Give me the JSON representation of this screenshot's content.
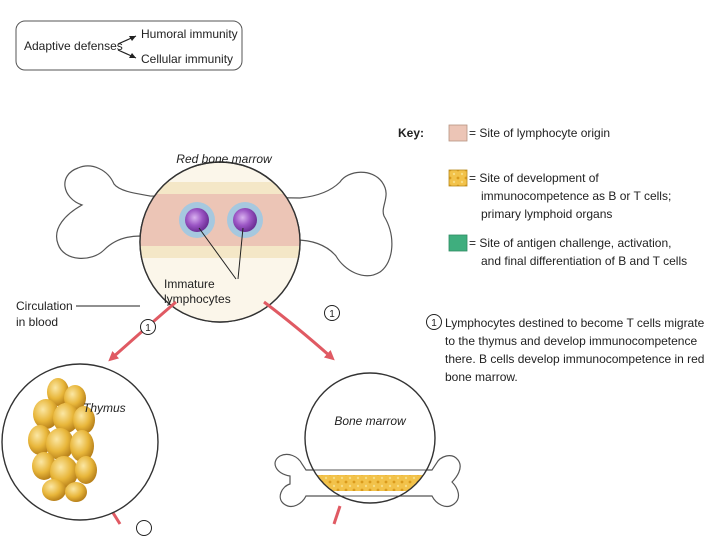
{
  "adaptive_box": {
    "root": "Adaptive defenses",
    "branch_1": "Humoral immunity",
    "branch_2": "Cellular immunity"
  },
  "labels": {
    "red_bone_marrow": "Red bone marrow",
    "immature_1": "Immature",
    "immature_2": "lymphocytes",
    "circulation_1": "Circulation",
    "circulation_2": "in blood",
    "thymus": "Thymus",
    "bone_marrow": "Bone marrow",
    "step_marker": "1"
  },
  "key": {
    "title": "Key:",
    "items": [
      {
        "lines": [
          "= Site of lymphocyte origin"
        ],
        "color": "#ecc5b6"
      },
      {
        "lines": [
          "= Site of development of",
          "immunocompetence as B or T cells;",
          "primary lymphoid organs"
        ],
        "color": "#f2c24a"
      },
      {
        "lines": [
          "= Site of antigen challenge, activation,",
          "and final differentiation of B and T cells"
        ],
        "color": "#3fae7e"
      }
    ]
  },
  "note": {
    "marker": "1",
    "lines": [
      "Lymphocytes destined to become T cells migrate",
      "to the thymus and develop immunocompetence",
      "there. B cells develop immunocompetence in red",
      "bone marrow."
    ]
  },
  "colors": {
    "arrow": "#e05a63",
    "bone": "#ffffff",
    "bone_outline": "#555555",
    "lymphocyte": "#9b55c4",
    "lymphocyte_halo": "#8fc8ec",
    "thymus": "#e8b63a"
  }
}
